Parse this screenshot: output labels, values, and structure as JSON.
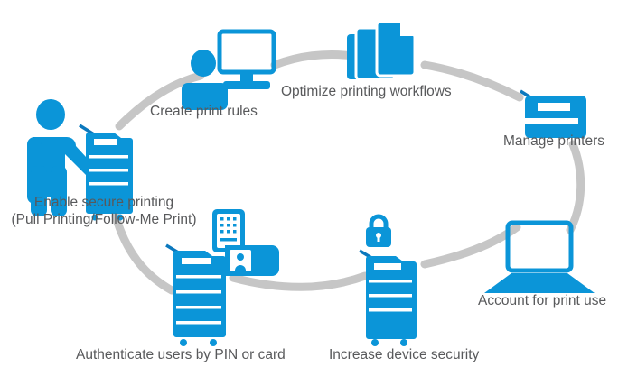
{
  "diagram": {
    "type": "cycle",
    "title": "",
    "background_color": "#ffffff",
    "accent_color": "#0b95d8",
    "accent_dark_color": "#0b78bd",
    "arc_color": "#c6c6c6",
    "text_color": "#58595b",
    "steps": [
      {
        "id": "enable-secure-printing",
        "label_line1": "Enable secure printing",
        "label_line2": "(Pull Printing/Follow-Me Print)",
        "icon": "person-with-printer-icon",
        "position": "left"
      },
      {
        "id": "create-print-rules",
        "label_line1": "Create print rules",
        "label_line2": "",
        "icon": "person-with-monitor-icon",
        "position": "upper-left"
      },
      {
        "id": "optimize-printing-workflows",
        "label_line1": "Optimize printing workflows",
        "label_line2": "",
        "icon": "stacked-documents-icon",
        "position": "top"
      },
      {
        "id": "manage-printers",
        "label_line1": "Manage printers",
        "label_line2": "",
        "icon": "printer-top-view-icon",
        "position": "upper-right"
      },
      {
        "id": "account-for-print-use",
        "label_line1": "Account for print use",
        "label_line2": "",
        "icon": "laptop-icon",
        "position": "lower-right"
      },
      {
        "id": "increase-device-security",
        "label_line1": "Increase device security",
        "label_line2": "",
        "icon": "printer-with-lock-icon",
        "position": "bottom-right"
      },
      {
        "id": "authenticate-users-by-pin-or-card",
        "label_line1": "Authenticate users by PIN or card",
        "label_line2": "",
        "icon": "printer-with-keypad-and-card-icon",
        "position": "bottom-left"
      }
    ]
  }
}
